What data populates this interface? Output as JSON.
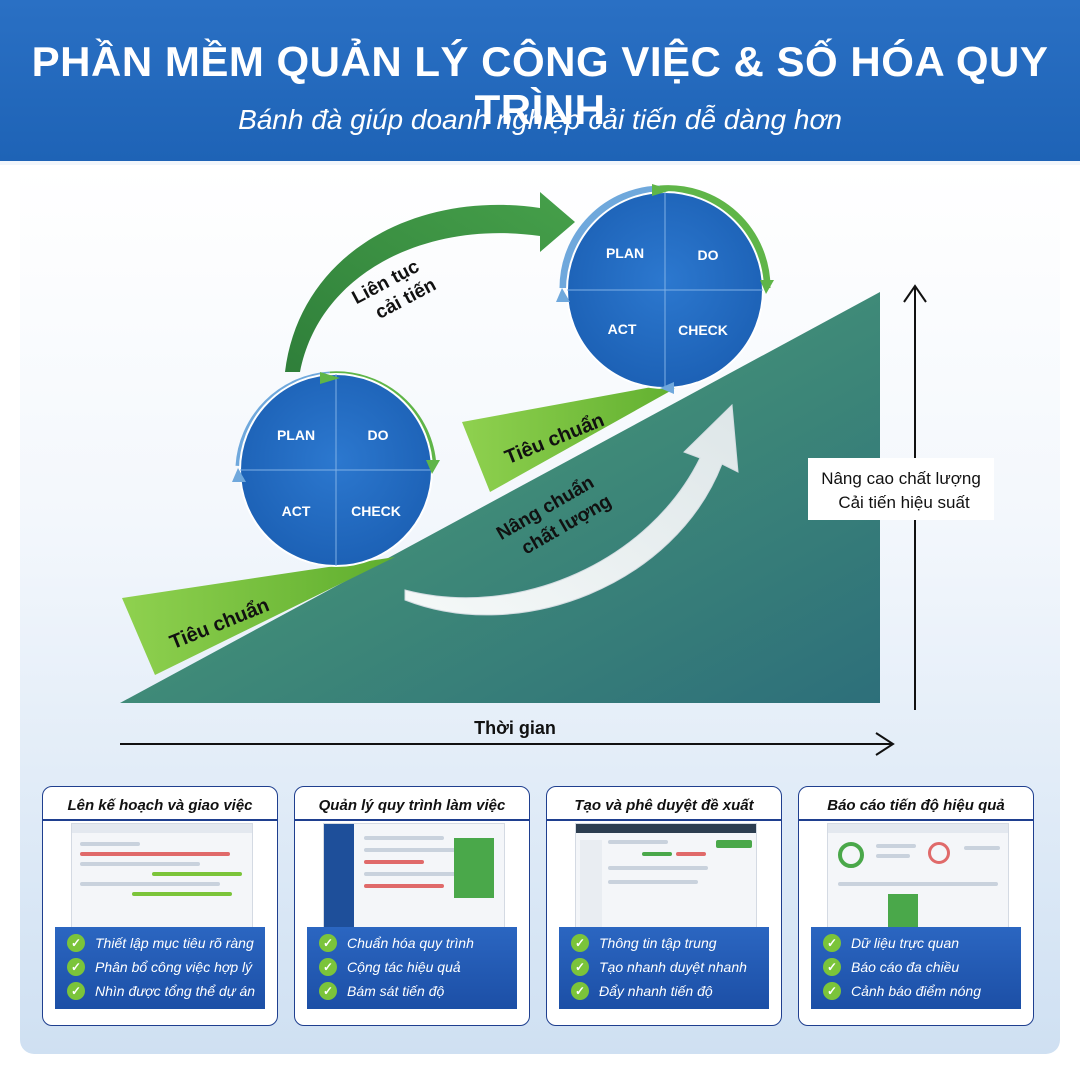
{
  "header": {
    "title": "PHẦN MỀM QUẢN LÝ CÔNG VIỆC & SỐ HÓA QUY TRÌNH",
    "subtitle": "Bánh đà giúp doanh nghiệp cải tiến dễ dàng hơn"
  },
  "diagram": {
    "cycle_lower": {
      "plan": "PLAN",
      "do": "DO",
      "act": "ACT",
      "check": "CHECK"
    },
    "cycle_upper": {
      "plan": "PLAN",
      "do": "DO",
      "act": "ACT",
      "check": "CHECK"
    },
    "standard_lower": "Tiêu chuẩn",
    "standard_upper": "Tiêu chuẩn",
    "continuous_line1": "Liên tục",
    "continuous_line2": "cải tiến",
    "raise_line1": "Nâng chuẩn",
    "raise_line2": "chất lượng",
    "result_line1": "Nâng cao chất lượng",
    "result_line2": "Cải tiến hiệu suất",
    "x_axis_label": "Thời gian"
  },
  "colors": {
    "primary_blue": "#1e63b6",
    "dark_green": "#2f7f3a",
    "light_green": "#7cc242",
    "teal": "#4e9880"
  },
  "cards": [
    {
      "title": "Lên kế hoạch và giao việc",
      "items": [
        "Thiết lập mục tiêu rõ ràng",
        "Phân bổ công việc hợp lý",
        "Nhìn được tổng thể dự án"
      ]
    },
    {
      "title": "Quản lý quy trình làm việc",
      "items": [
        "Chuẩn hóa quy trình",
        "Cộng tác hiệu quả",
        "Bám sát tiến độ"
      ]
    },
    {
      "title": "Tạo và phê duyệt đề xuất",
      "items": [
        "Thông tin tập trung",
        "Tạo nhanh duyệt nhanh",
        "Đẩy nhanh tiến độ"
      ]
    },
    {
      "title": "Báo cáo tiến độ hiệu quả",
      "items": [
        "Dữ liệu trực quan",
        "Báo cáo đa chiều",
        "Cảnh báo điểm nóng"
      ]
    }
  ]
}
